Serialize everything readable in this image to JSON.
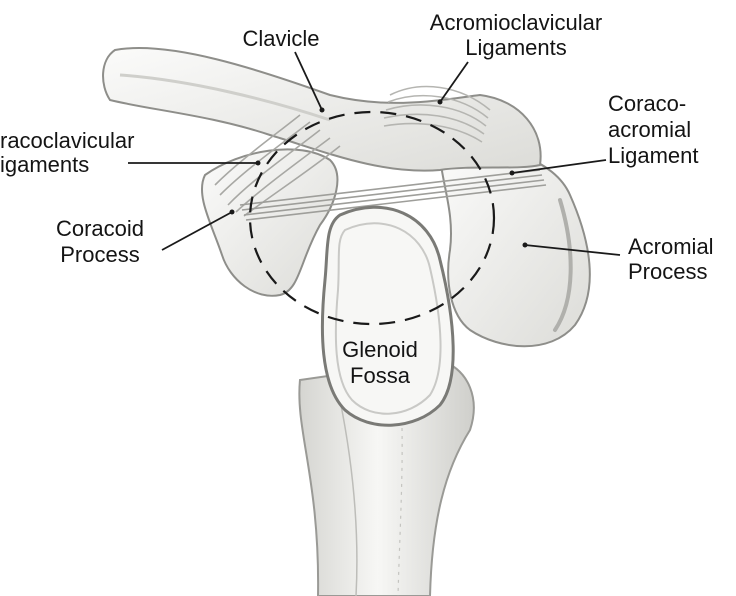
{
  "labels": {
    "clavicle": "Clavicle",
    "acromioclavicular": [
      "Acromioclavicular",
      "Ligaments"
    ],
    "coracoclavicular": [
      "racoclavicular",
      "igaments"
    ],
    "coraco_acromial": [
      "Coraco-",
      "acromial",
      "Ligament"
    ],
    "coracoid": [
      "Coracoid",
      "Process"
    ],
    "acromial": [
      "Acromial",
      "Process"
    ],
    "glenoid": [
      "Glenoid",
      "Fossa"
    ]
  },
  "colors": {
    "bone": "#f2f2f0",
    "bone_shadow": "#c9c9c6",
    "outline": "#8e8e8a",
    "ligament": "#b5b5b1",
    "text": "#141414"
  }
}
